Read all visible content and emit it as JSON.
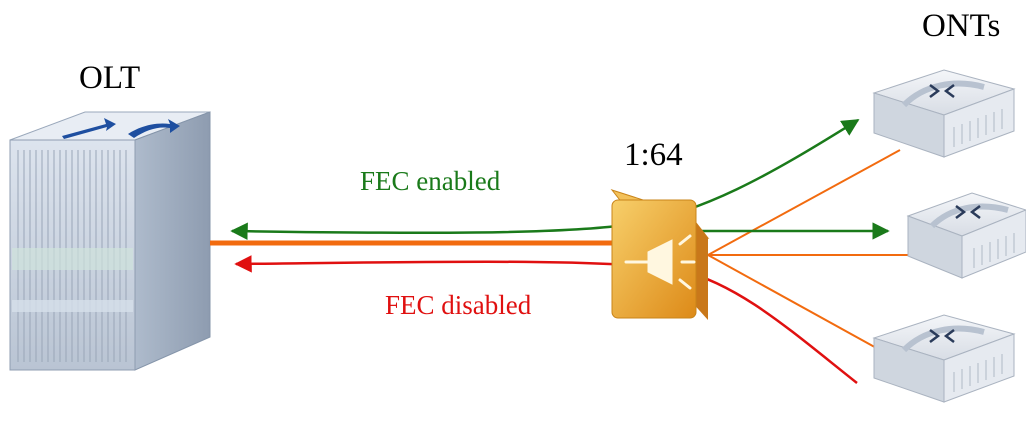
{
  "labels": {
    "olt": "OLT",
    "onts": "ONTs",
    "split_ratio": "1:64",
    "fec_enabled": "FEC enabled",
    "fec_disabled": "FEC disabled"
  },
  "colors": {
    "fiber": "#f26b0f",
    "fec_enabled": "#1a7a1a",
    "fec_disabled": "#e01010",
    "olt_body": "#c5d0de",
    "splitter": "#eda22c",
    "ont_body": "#e4e8ee"
  },
  "icons": {
    "olt": "olt-chassis-icon",
    "splitter": "optical-splitter-icon",
    "ont": "ont-device-icon"
  }
}
